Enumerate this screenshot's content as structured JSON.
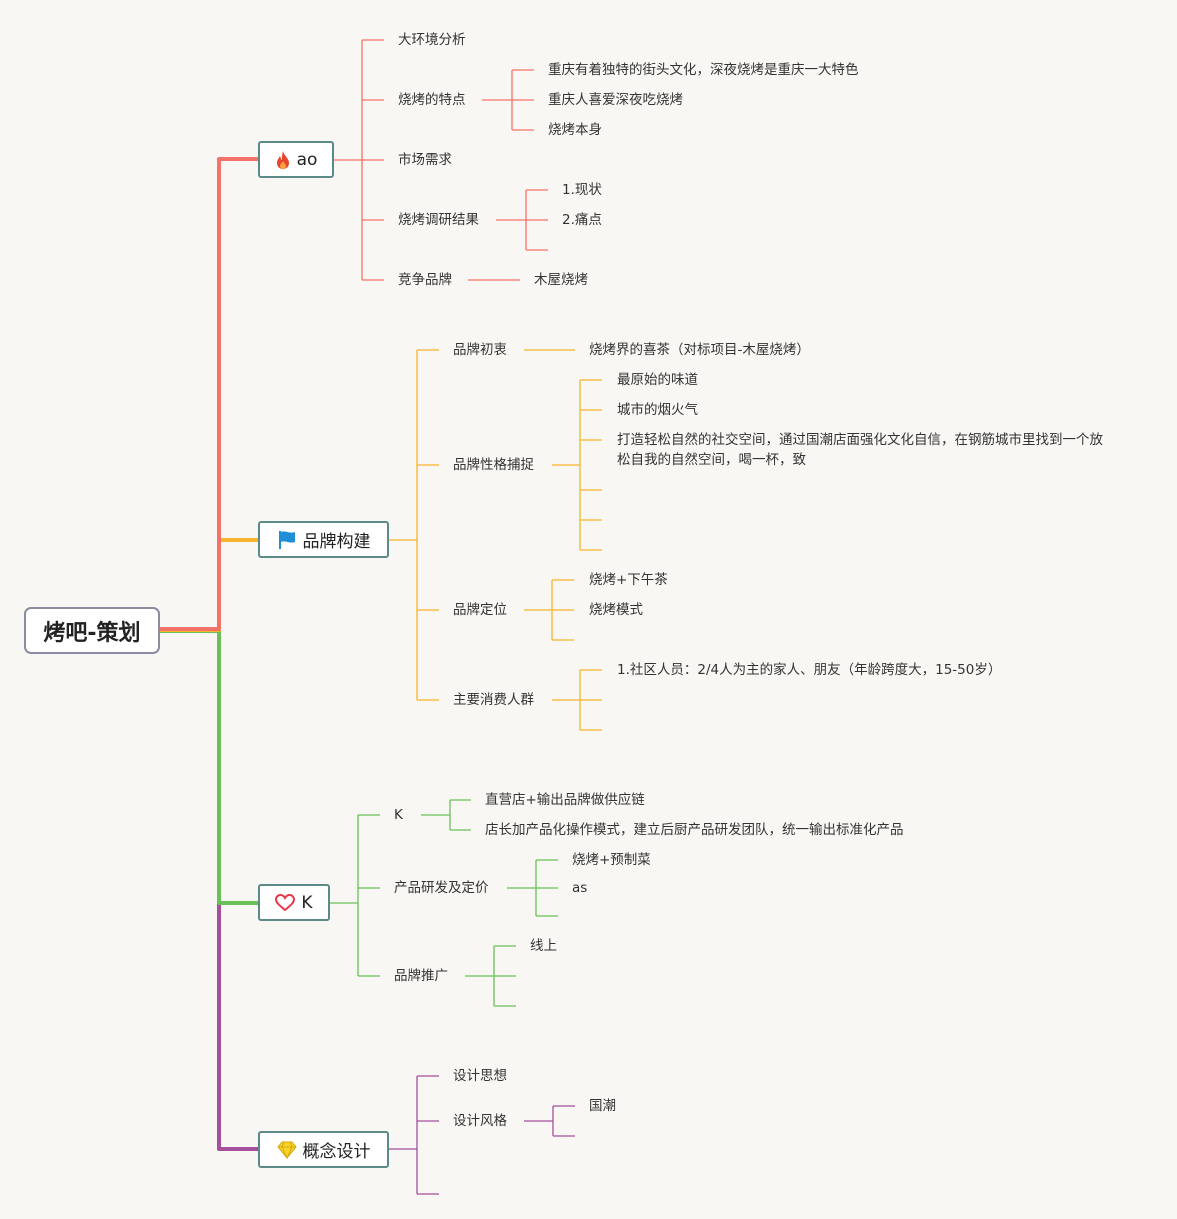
{
  "root": {
    "label": "烤吧-策划"
  },
  "branches": [
    {
      "label": "ao",
      "icon": "fire-icon",
      "color": "#f47268",
      "children": [
        {
          "label": "大环境分析"
        },
        {
          "label": "烧烤的特点",
          "children": [
            {
              "label": "重庆有着独特的街头文化，深夜烧烤是重庆一大特色"
            },
            {
              "label": "重庆人喜爱深夜吃烧烤"
            },
            {
              "label": "烧烤本身"
            }
          ]
        },
        {
          "label": "市场需求"
        },
        {
          "label": "烧烤调研结果",
          "children": [
            {
              "label": "1.现状"
            },
            {
              "label": "2.痛点"
            },
            {
              "label": ""
            }
          ]
        },
        {
          "label": "竞争品牌",
          "children": [
            {
              "label": "木屋烧烤"
            }
          ]
        }
      ]
    },
    {
      "label": "品牌构建",
      "icon": "flag-icon",
      "color": "#f8b42c",
      "children": [
        {
          "label": "品牌初衷",
          "children": [
            {
              "label": "烧烤界的喜茶（对标项目-木屋烧烤）"
            }
          ]
        },
        {
          "label": "品牌性格捕捉",
          "children": [
            {
              "label": "最原始的味道"
            },
            {
              "label": "城市的烟火气"
            },
            {
              "label": "打造轻松自然的社交空间，通过国潮店面强化文化自信，在钢筋城市里找到一个放松自我的自然空间，喝一杯，致"
            },
            {
              "label": ""
            },
            {
              "label": ""
            },
            {
              "label": ""
            }
          ]
        },
        {
          "label": "品牌定位",
          "children": [
            {
              "label": "烧烤+下午茶"
            },
            {
              "label": "烧烤模式"
            },
            {
              "label": ""
            }
          ]
        },
        {
          "label": "主要消费人群",
          "children": [
            {
              "label": "1.社区人员：2/4人为主的家人、朋友（年龄跨度大，15-50岁）"
            },
            {
              "label": ""
            },
            {
              "label": ""
            }
          ]
        }
      ]
    },
    {
      "label": "K",
      "icon": "heart-icon",
      "color": "#6cc05a",
      "children": [
        {
          "label": "K",
          "children": [
            {
              "label": "直营店+输出品牌做供应链"
            },
            {
              "label": "店长加产品化操作模式，建立后厨产品研发团队，统一输出标准化产品"
            }
          ]
        },
        {
          "label": "产品研发及定价",
          "children": [
            {
              "label": "烧烤+预制菜"
            },
            {
              "label": "as"
            },
            {
              "label": ""
            }
          ]
        },
        {
          "label": "品牌推广",
          "children": [
            {
              "label": "线上"
            },
            {
              "label": ""
            },
            {
              "label": ""
            }
          ]
        }
      ]
    },
    {
      "label": "概念设计",
      "icon": "diamond-icon",
      "color": "#a5509c",
      "children": [
        {
          "label": "设计思想"
        },
        {
          "label": "设计风格",
          "children": [
            {
              "label": "国潮"
            },
            {
              "label": ""
            }
          ]
        },
        {
          "label": ""
        }
      ]
    }
  ]
}
